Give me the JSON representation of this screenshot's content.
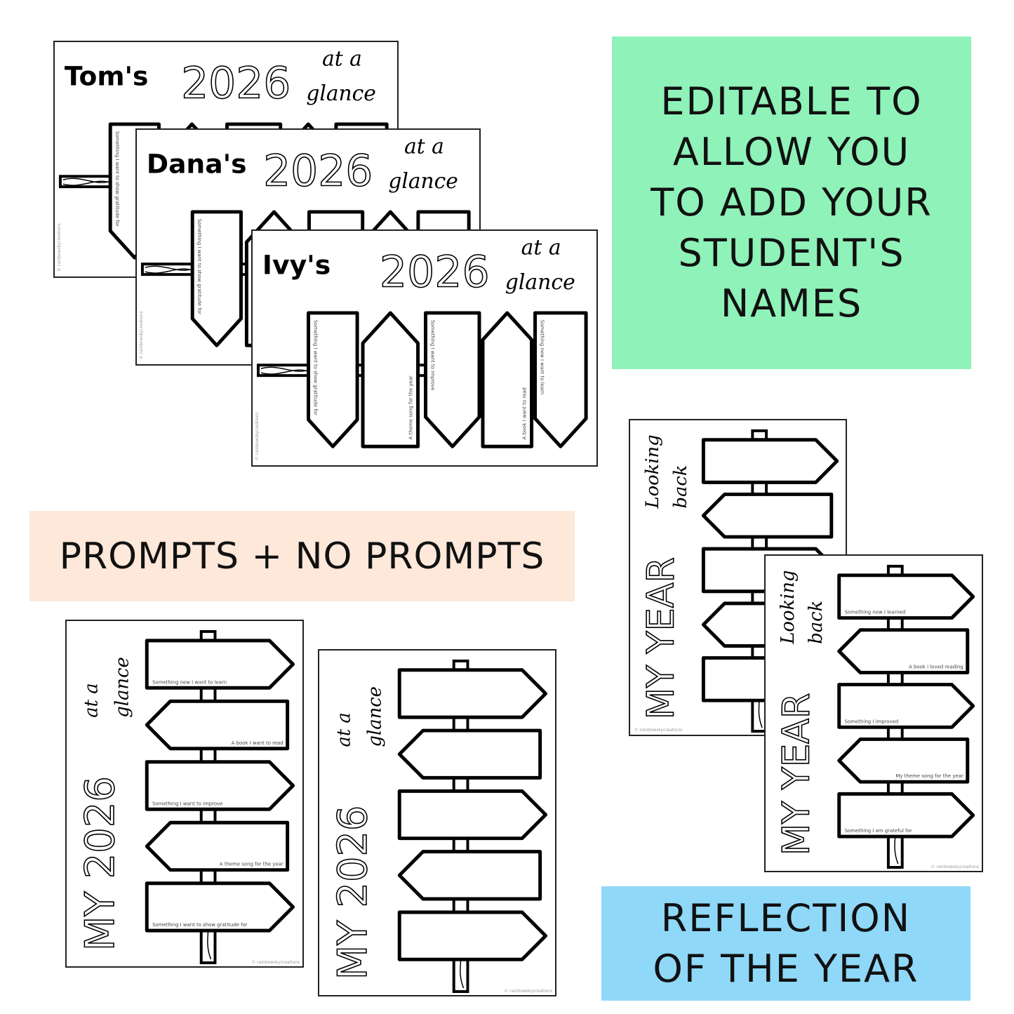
{
  "landscape_sheets": [
    {
      "name": "Tom's",
      "year": "2026",
      "tagline_1": "at a",
      "tagline_2": "glance",
      "prompts": [
        "Something I want to show gratitude for"
      ]
    },
    {
      "name": "Dana's",
      "year": "2026",
      "tagline_1": "at a",
      "tagline_2": "glance",
      "prompts": [
        "Something I want to show gratitude for"
      ]
    },
    {
      "name": "Ivy's",
      "year": "2026",
      "tagline_1": "at a",
      "tagline_2": "glance",
      "prompts": [
        "Something I want to show gratitude for",
        "A theme song for the year",
        "Something I want to improve",
        "A book I want to read",
        "Something new I want to learn"
      ]
    }
  ],
  "portrait_sheets": [
    {
      "title": "MY 2026",
      "tagline_1": "at a",
      "tagline_2": "glance",
      "prompts": [
        "Something new I want to learn",
        "A book I want to read",
        "Something I want to improve",
        "A theme song for the year",
        "Something I want to show gratitude for"
      ]
    },
    {
      "title": "MY 2026",
      "tagline_1": "at a",
      "tagline_2": "glance",
      "prompts": [
        "",
        "",
        "",
        "",
        ""
      ]
    }
  ],
  "reflection_sheets": [
    {
      "title": "MY YEAR",
      "tagline_1": "Looking",
      "tagline_2": "back",
      "prompts": [
        "",
        "",
        "",
        "",
        ""
      ]
    },
    {
      "title": "MY YEAR",
      "tagline_1": "Looking",
      "tagline_2": "back",
      "prompts": [
        "Something new I learned",
        "A book I loved reading",
        "Something I improved",
        "My theme song for the year",
        "Something I am grateful for"
      ]
    }
  ],
  "copyright": "© rainbowskycreations",
  "banners": {
    "editable": [
      "EDITABLE TO",
      "ALLOW YOU",
      "TO ADD YOUR",
      "STUDENT'S",
      "NAMES"
    ],
    "prompts": "PROMPTS + NO PROMPTS",
    "reflection": [
      "REFLECTION",
      "OF THE YEAR"
    ]
  },
  "colors": {
    "green": "#8ff2b8",
    "peach": "#fde8da",
    "blue": "#8fd8f8"
  }
}
